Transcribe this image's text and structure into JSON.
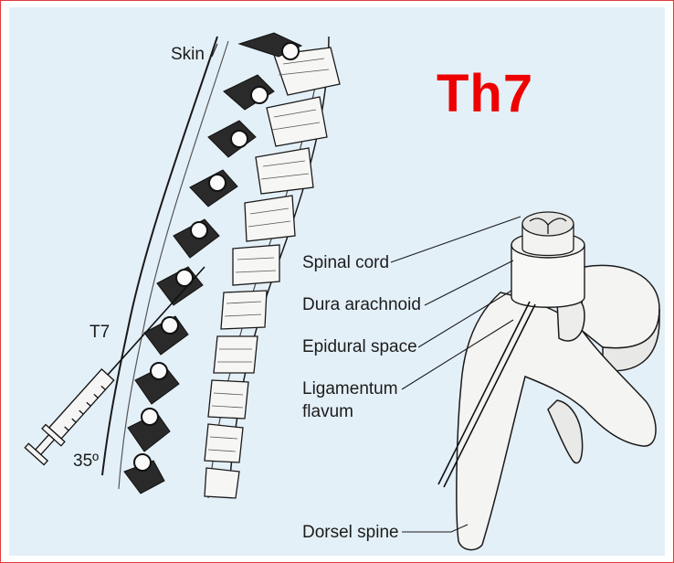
{
  "title": "Th7",
  "labels": {
    "skin": "Skin",
    "t7": "T7",
    "angle": "35º",
    "spinal_cord": "Spinal cord",
    "dura_arachnoid": "Dura arachnoid",
    "epidural_space": "Epidural space",
    "ligamentum_line1": "Ligamentum",
    "ligamentum_line2": "flavum",
    "dorsel_spine": "Dorsel spine"
  },
  "colors": {
    "title": "#ee0000",
    "background": "#e4f0f8",
    "frame_border": "#e23b3b",
    "ink": "#1c1c1c"
  }
}
